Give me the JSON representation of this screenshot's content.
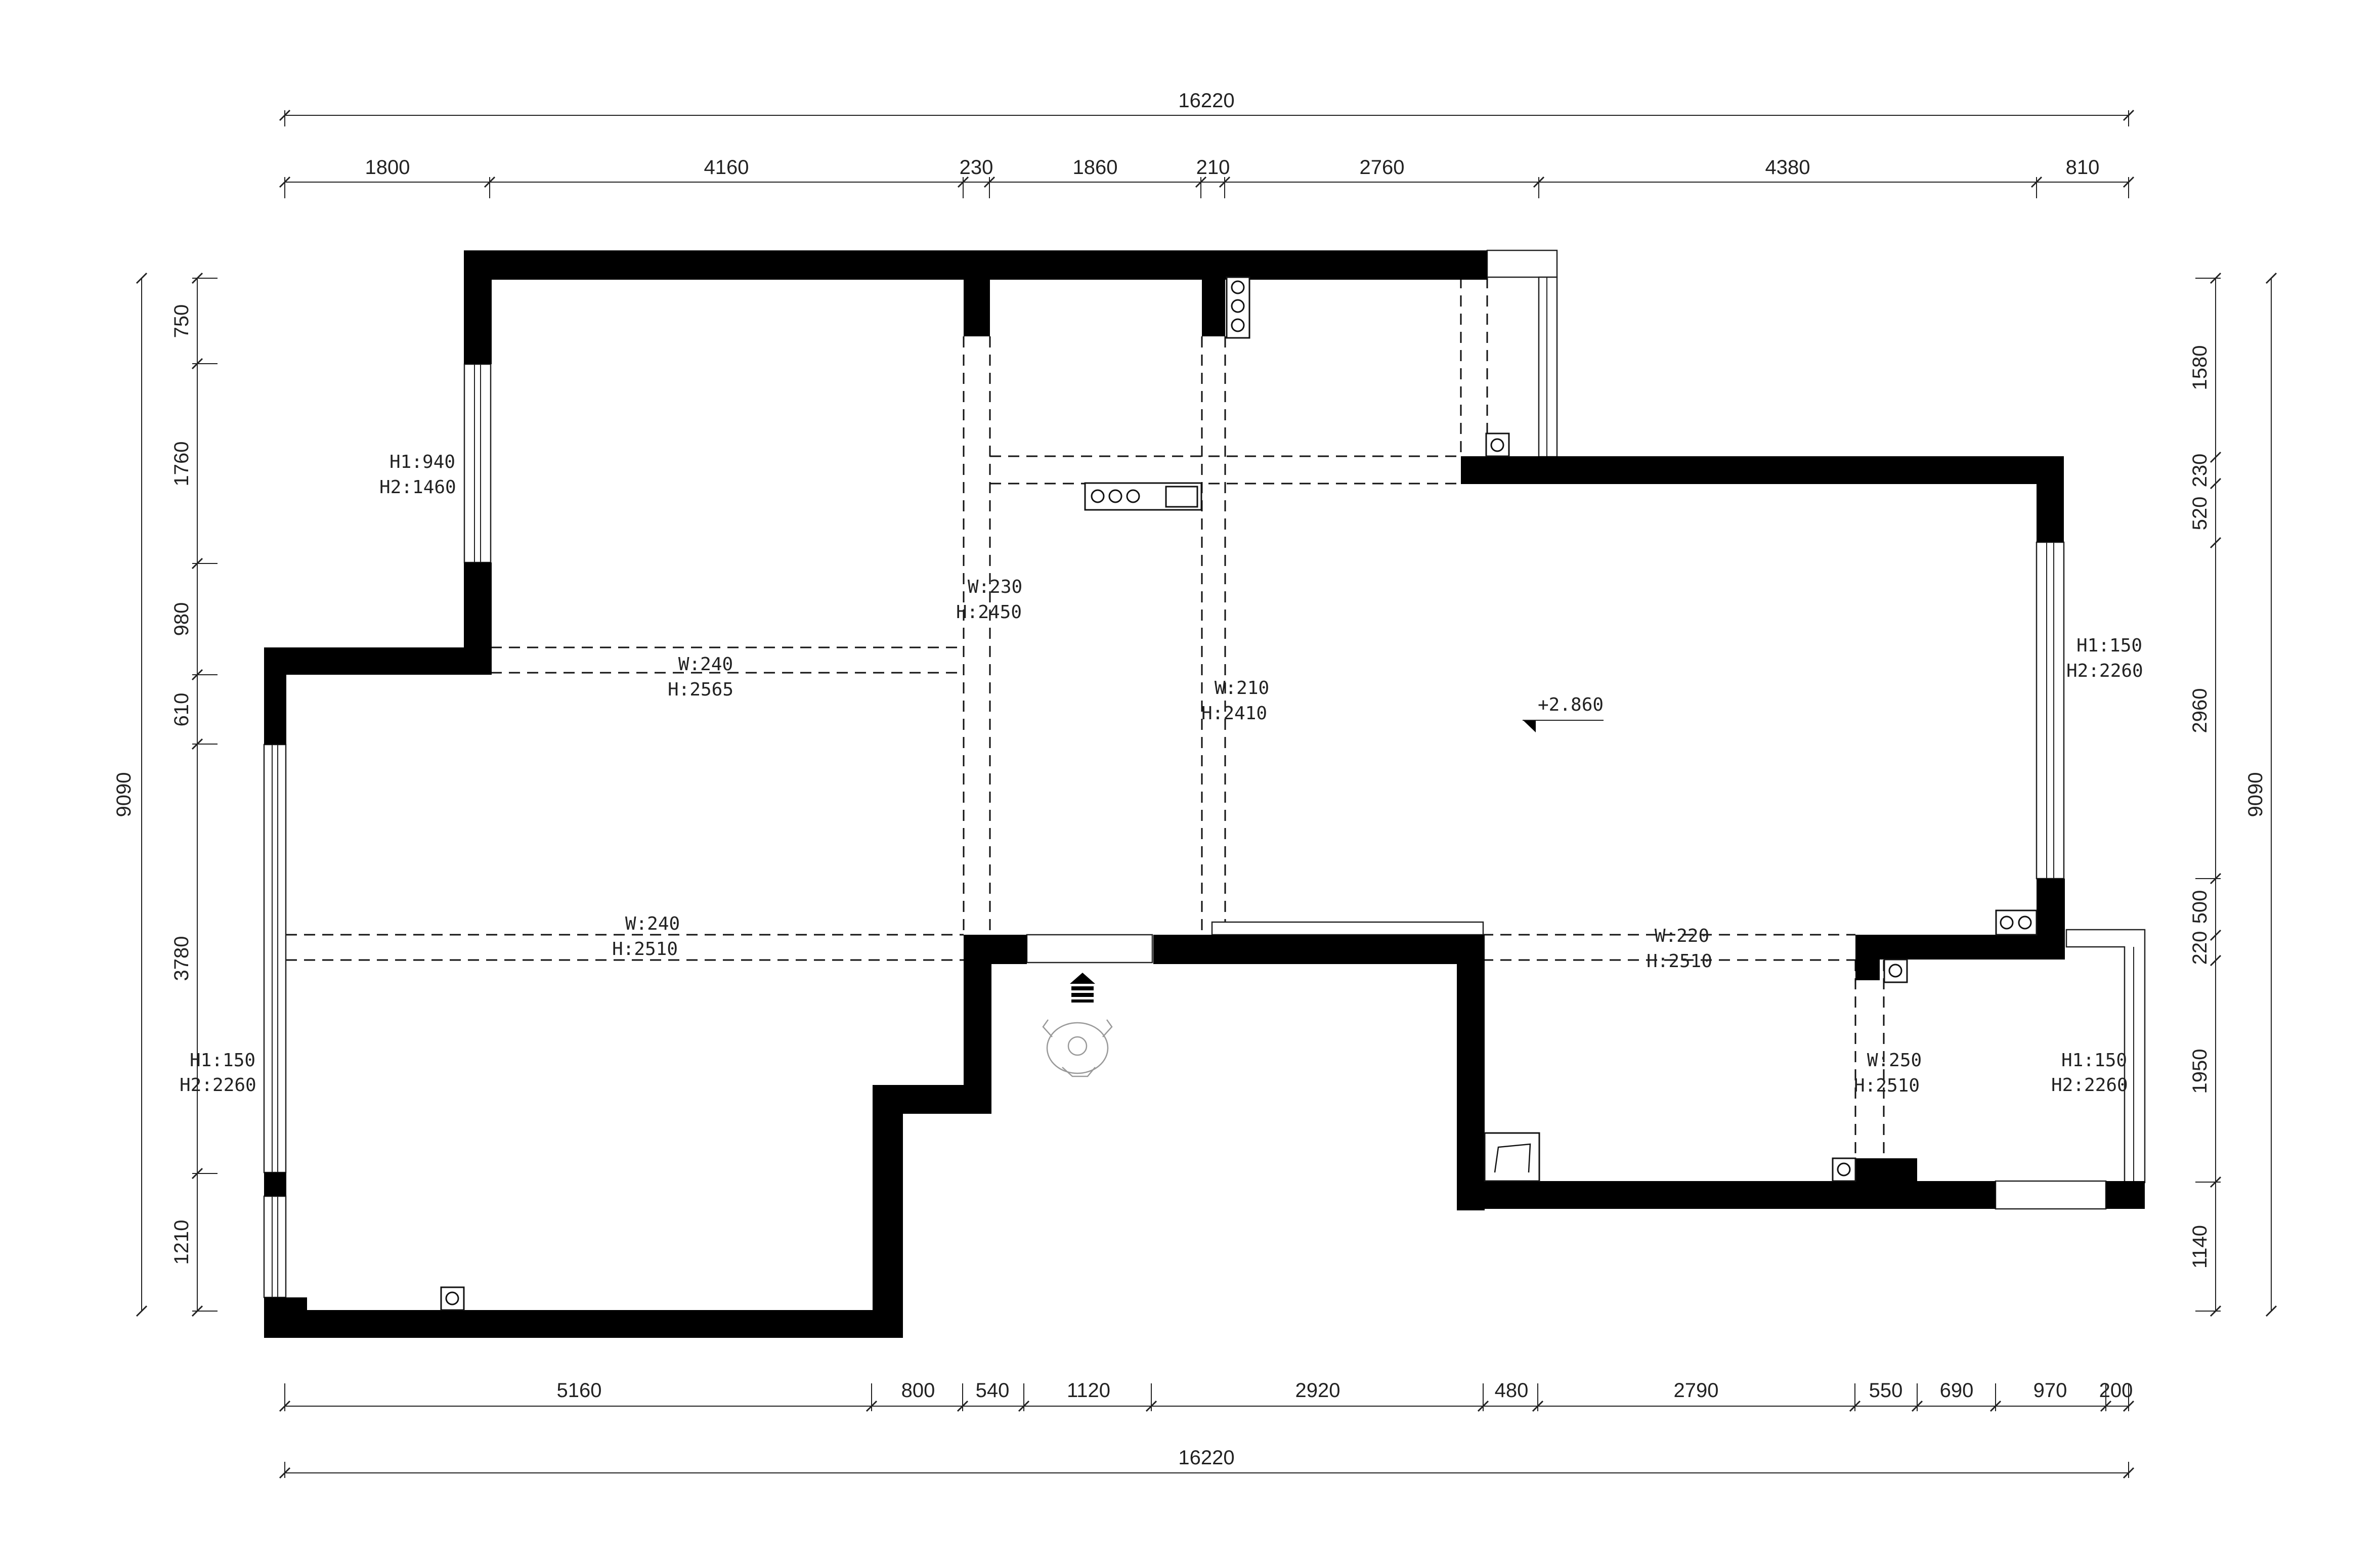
{
  "dimensions": {
    "top_total": "16220",
    "top_segments": [
      "1800",
      "4160",
      "230",
      "1860",
      "210",
      "2760",
      "4380",
      "810"
    ],
    "bottom_segments": [
      "5160",
      "800",
      "540",
      "1120",
      "2920",
      "480",
      "2790",
      "550",
      "690",
      "970",
      "200"
    ],
    "bottom_total": "16220",
    "left_segments": [
      "750",
      "1760",
      "980",
      "610",
      "3780",
      "1210"
    ],
    "left_total": "9090",
    "right_segments": [
      "1580",
      "230",
      "520",
      "2960",
      "500",
      "220",
      "1950",
      "1140"
    ],
    "right_total": "9090"
  },
  "openings": {
    "left_upper_window": {
      "h1": "H1:940",
      "h2": "H2:1460"
    },
    "left_lower_window": {
      "h1": "H1:150",
      "h2": "H2:2260"
    },
    "right_upper_window": {
      "h1": "H1:150",
      "h2": "H2:2260"
    },
    "right_lower_window": {
      "h1": "H1:150",
      "h2": "H2:2260"
    }
  },
  "beams": [
    {
      "w": "W:240",
      "h": "H:2565"
    },
    {
      "w": "W:240",
      "h": "H:2510"
    },
    {
      "w": "W:230",
      "h": "H:2450"
    },
    {
      "w": "W:210",
      "h": "H:2410"
    },
    {
      "w": "W:220",
      "h": "H:2510"
    },
    {
      "w": "W:250",
      "h": "H:2510"
    }
  ],
  "elevation": "+2.860",
  "entrance_icon": "entrance-arrow-icon",
  "colors": {
    "wall": "#000000",
    "line": "#222222",
    "background": "#ffffff"
  }
}
